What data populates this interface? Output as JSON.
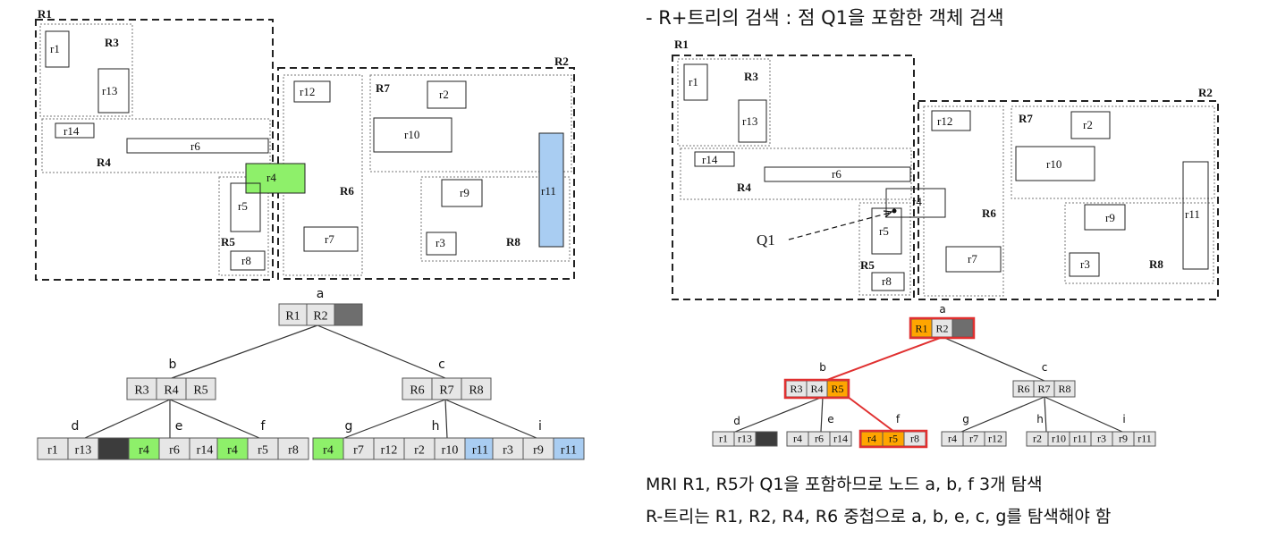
{
  "heading": "- R+트리의 검색 : 점 Q1을 포함한 객체 검색",
  "notes": [
    "MRI R1, R5가 Q1을 포함하므로 노드 a, b, f 3개 탐색",
    "R-트리는 R1, R2, R4, R6 중첩으로 a, b, e, c, g를 탐색해야 함"
  ],
  "query_label": "Q1",
  "region_labels": [
    "R1",
    "R2",
    "R3",
    "R4",
    "R5",
    "R6",
    "R7",
    "R8"
  ],
  "object_labels": [
    "r1",
    "r2",
    "r3",
    "r4",
    "r5",
    "r6",
    "r7",
    "r8",
    "r9",
    "r10",
    "r11",
    "r12",
    "r13",
    "r14"
  ],
  "tree_left": {
    "nodes": [
      {
        "id": "a",
        "cells": [
          "R1",
          "R2",
          ""
        ]
      },
      {
        "id": "b",
        "cells": [
          "R3",
          "R4",
          "R5"
        ]
      },
      {
        "id": "c",
        "cells": [
          "R6",
          "R7",
          "R8"
        ]
      },
      {
        "id": "d",
        "cells": [
          "r1",
          "r13",
          ""
        ]
      },
      {
        "id": "e",
        "cells": [
          "r4",
          "r6",
          "r14"
        ]
      },
      {
        "id": "f",
        "cells": [
          "r4",
          "r5",
          "r8"
        ]
      },
      {
        "id": "g",
        "cells": [
          "r4",
          "r7",
          "r12"
        ]
      },
      {
        "id": "h",
        "cells": [
          "r2",
          "r10",
          "r11"
        ]
      },
      {
        "id": "i",
        "cells": [
          "r3",
          "r9",
          "r11"
        ]
      }
    ]
  },
  "tree_right": {
    "nodes": [
      {
        "id": "a",
        "cells": [
          "R1",
          "R2",
          ""
        ]
      },
      {
        "id": "b",
        "cells": [
          "R3",
          "R4",
          "R5"
        ]
      },
      {
        "id": "c",
        "cells": [
          "R6",
          "R7",
          "R8"
        ]
      },
      {
        "id": "d",
        "cells": [
          "r1",
          "r13",
          ""
        ]
      },
      {
        "id": "e",
        "cells": [
          "r4",
          "r6",
          "r14"
        ]
      },
      {
        "id": "f",
        "cells": [
          "r4",
          "r5",
          "r8"
        ]
      },
      {
        "id": "g",
        "cells": [
          "r4",
          "r7",
          "r12"
        ]
      },
      {
        "id": "h",
        "cells": [
          "r2",
          "r10",
          "r11"
        ]
      },
      {
        "id": "i",
        "cells": [
          "r3",
          "r9",
          "r11"
        ]
      }
    ]
  },
  "colors": {
    "green": "#8ef06a",
    "blue": "#a9cdf2",
    "orange": "#ffa500",
    "red": "#e03030",
    "cell": "#e6e6e6",
    "dark": "#3c3c3c",
    "grey": "#6e6e6e"
  }
}
